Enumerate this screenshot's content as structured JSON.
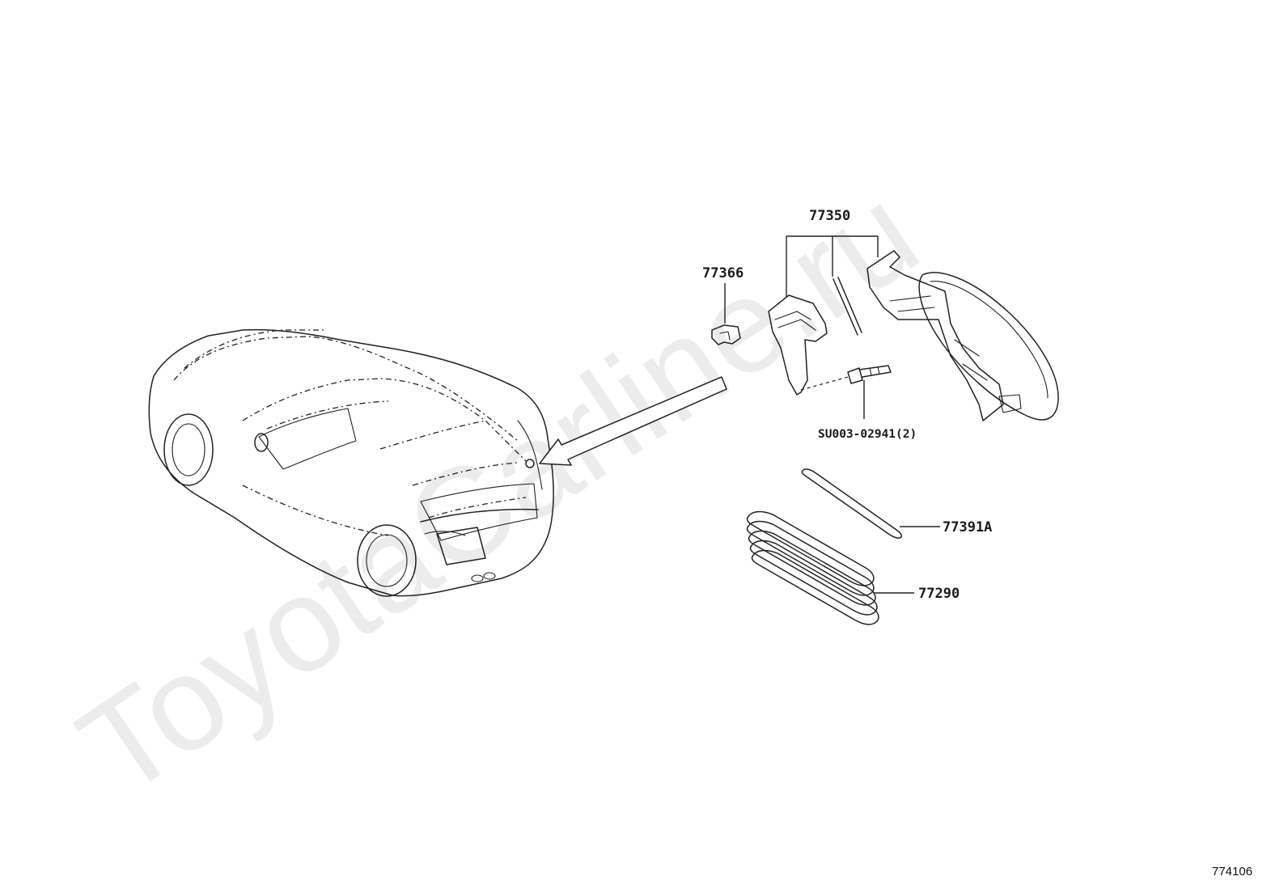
{
  "watermark": "ToyotaCarline.ru",
  "diagram_id": "774106",
  "labels": {
    "part_77350": "77350",
    "part_77366": "77366",
    "part_su003": "SU003-02941(2)",
    "part_77391a": "77391A",
    "part_77290": "77290"
  }
}
